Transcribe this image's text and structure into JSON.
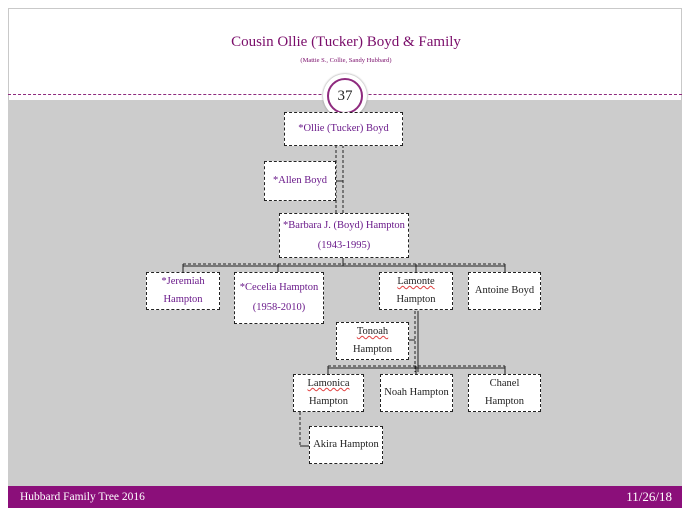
{
  "header": {
    "title": "Cousin Ollie (Tucker) Boyd & Family",
    "subtitle": "(Mattie S., Collie, Sandy Hubbard)"
  },
  "slide_number": "37",
  "people": {
    "ollie": "*Ollie (Tucker) Boyd",
    "allen": "*Allen Boyd",
    "barbara": {
      "name": "*Barbara J. (Boyd) Hampton",
      "dates": "(1943-1995)"
    },
    "jeremiah": {
      "first": "*Jeremiah",
      "last": "Hampton"
    },
    "cecelia": {
      "name": "*Cecelia Hampton",
      "dates": "(1958-2010)"
    },
    "lamonte": {
      "first": "Lamonte",
      "last": "Hampton"
    },
    "antoine": "Antoine Boyd",
    "tonoah": {
      "first": "Tonoah",
      "last": "Hampton"
    },
    "lamonica": {
      "first": "Lamonica",
      "last": "Hampton"
    },
    "noah": "Noah Hampton",
    "chanel": {
      "first": "Chanel",
      "last": "Hampton"
    },
    "akira": "Akira Hampton"
  },
  "footer": {
    "left": "Hubbard Family Tree 2016",
    "right": "11/26/18"
  },
  "colors": {
    "accent": "#8b0f7a",
    "name_purple": "#6a1a8a",
    "background_gray": "#cccccc"
  }
}
